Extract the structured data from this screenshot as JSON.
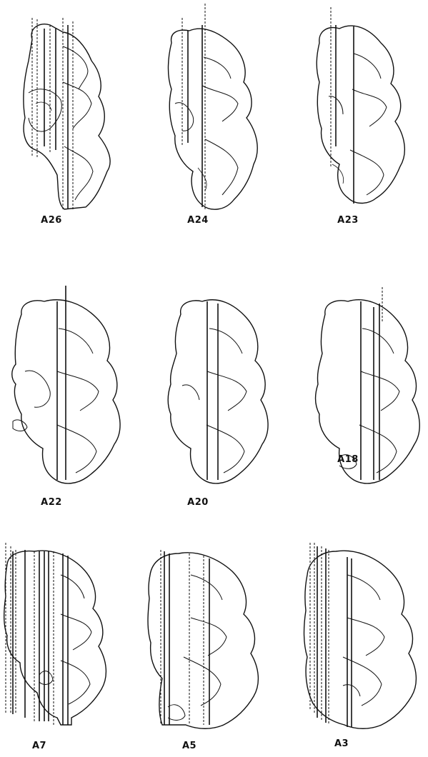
{
  "sections": [
    {
      "label": "A26"
    },
    {
      "label": "A24"
    },
    {
      "label": "A23"
    },
    {
      "label": "A22"
    },
    {
      "label": "A20"
    },
    {
      "label": "A18"
    },
    {
      "label": "A7"
    },
    {
      "label": "A5"
    },
    {
      "label": "A3"
    }
  ]
}
